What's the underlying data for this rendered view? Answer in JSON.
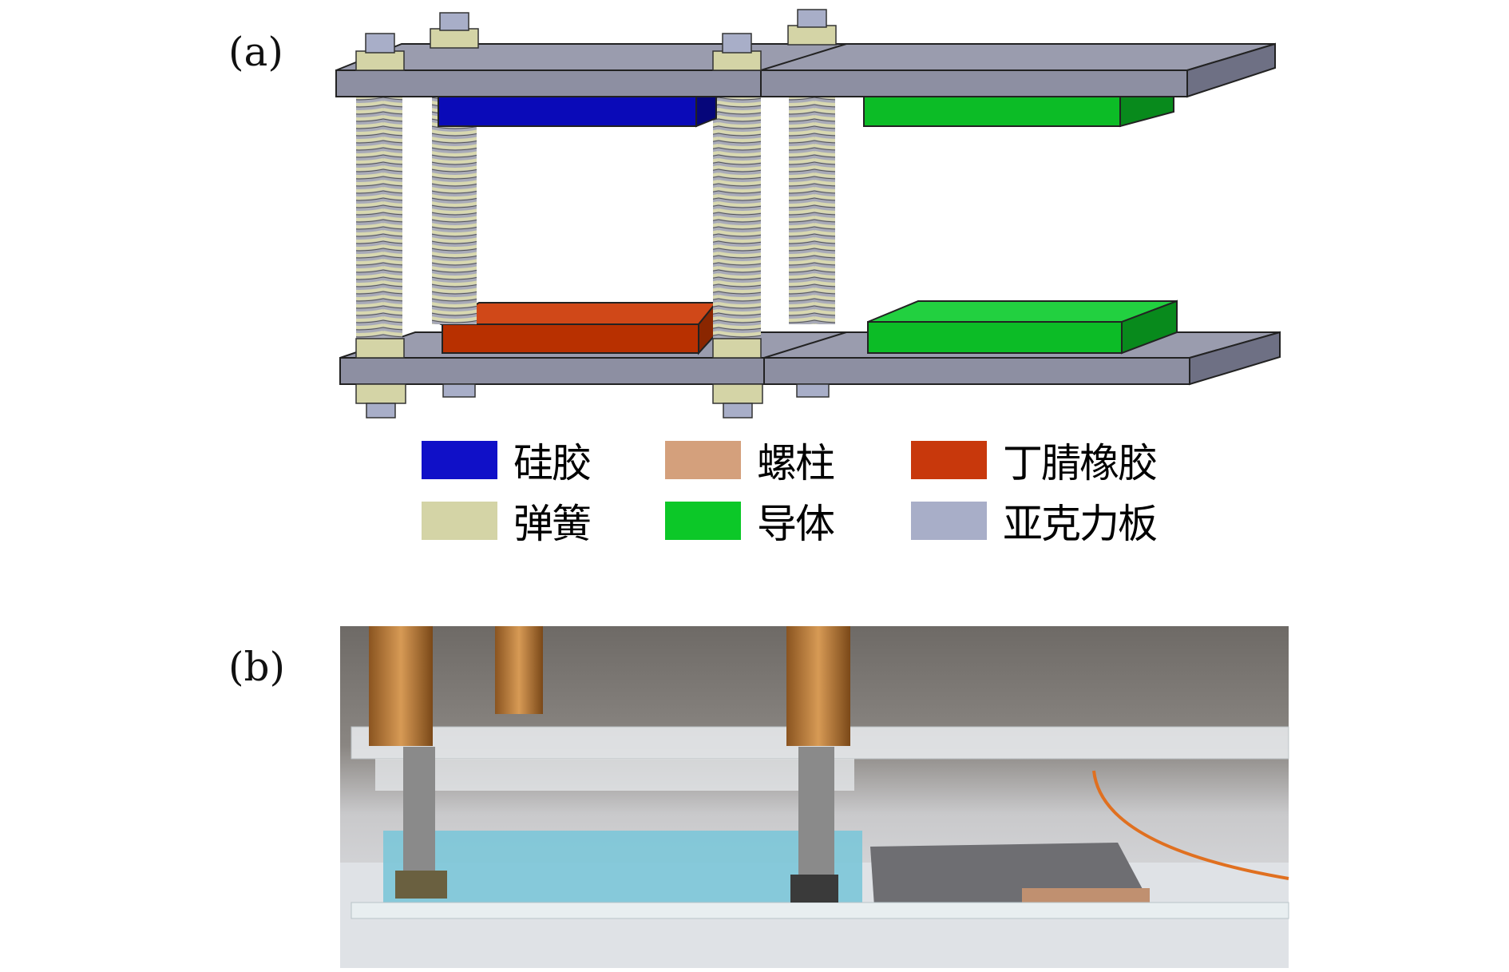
{
  "panels": {
    "a_label": "(a)",
    "b_label": "(b)"
  },
  "legend": [
    {
      "label": "硅胶",
      "color": "#1010c8"
    },
    {
      "label": "螺柱",
      "color": "#d4a07c"
    },
    {
      "label": "丁腈橡胶",
      "color": "#c8380c"
    },
    {
      "label": "弹簧",
      "color": "#d4d4a6"
    },
    {
      "label": "导体",
      "color": "#0cc828"
    },
    {
      "label": "亚克力板",
      "color": "#a8aec8"
    }
  ]
}
